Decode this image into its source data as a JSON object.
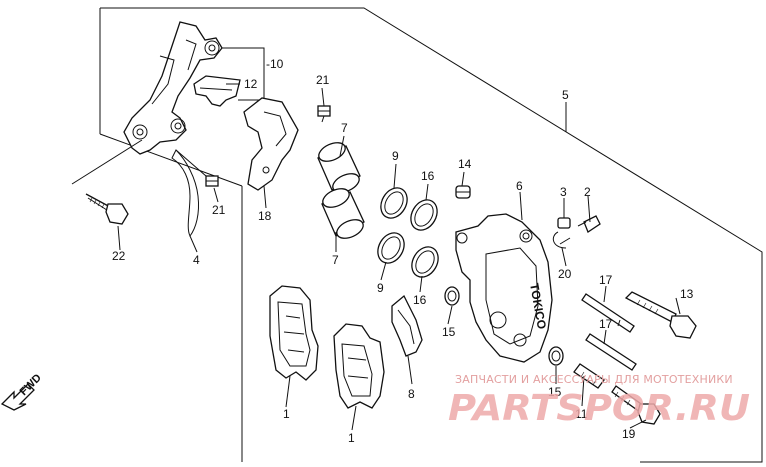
{
  "diagram": {
    "callouts": [
      {
        "id": "label-1-upper",
        "text": "1"
      },
      {
        "id": "label-1-lower",
        "text": "1"
      },
      {
        "id": "label-2",
        "text": "2"
      },
      {
        "id": "label-3",
        "text": "3"
      },
      {
        "id": "label-4",
        "text": "4"
      },
      {
        "id": "label-5",
        "text": "5"
      },
      {
        "id": "label-6",
        "text": "6"
      },
      {
        "id": "label-7-upper",
        "text": "7"
      },
      {
        "id": "label-7-lower",
        "text": "7"
      },
      {
        "id": "label-8",
        "text": "8"
      },
      {
        "id": "label-9-upper",
        "text": "9"
      },
      {
        "id": "label-9-lower",
        "text": "9"
      },
      {
        "id": "label-10",
        "text": "-10"
      },
      {
        "id": "label-11",
        "text": "11"
      },
      {
        "id": "label-12",
        "text": "12"
      },
      {
        "id": "label-13",
        "text": "13"
      },
      {
        "id": "label-14",
        "text": "14"
      },
      {
        "id": "label-15-upper",
        "text": "15"
      },
      {
        "id": "label-15-lower",
        "text": "15"
      },
      {
        "id": "label-16-upper",
        "text": "16"
      },
      {
        "id": "label-16-lower",
        "text": "16"
      },
      {
        "id": "label-17-upper",
        "text": "17"
      },
      {
        "id": "label-17-lower",
        "text": "17"
      },
      {
        "id": "label-18",
        "text": "18"
      },
      {
        "id": "label-19",
        "text": "19"
      },
      {
        "id": "label-20",
        "text": "20"
      },
      {
        "id": "label-21-upper",
        "text": "21"
      },
      {
        "id": "label-21-lower",
        "text": "21"
      },
      {
        "id": "label-22",
        "text": "22"
      }
    ],
    "fwd_label": "FWD",
    "caliper_brand": "TOKICO"
  },
  "watermark": {
    "top_text": "ЗАПЧАСТИ И АКСЕССУАРЫ ДЛЯ МОТОТЕХНИКИ",
    "brand_text": "PARTSPOR.RU"
  }
}
